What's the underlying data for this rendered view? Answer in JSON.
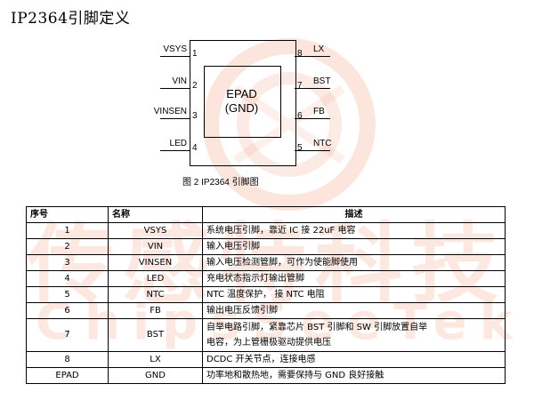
{
  "heading": "IP2364引脚定义",
  "watermark": {
    "cn": "传感特科技",
    "en": "ChipsSeeTek",
    "color": "#f0a080"
  },
  "package": {
    "epad_line1": "EPAD",
    "epad_line2": "(GND)",
    "left_pins": [
      {
        "name": "VSYS",
        "num": "1"
      },
      {
        "name": "VIN",
        "num": "2"
      },
      {
        "name": "VINSEN",
        "num": "3"
      },
      {
        "name": "LED",
        "num": "4"
      }
    ],
    "right_pins": [
      {
        "name": "LX",
        "num": "8"
      },
      {
        "name": "BST",
        "num": "7"
      },
      {
        "name": "FB",
        "num": "6"
      },
      {
        "name": "NTC",
        "num": "5"
      }
    ],
    "caption": "图 2   IP2364 引脚图"
  },
  "table": {
    "headers": {
      "num": "序号",
      "name": "名称",
      "desc": "描述"
    },
    "rows": [
      {
        "num": "1",
        "name": "VSYS",
        "desc": "系统电压引脚，靠近 IC 接 22uF 电容"
      },
      {
        "num": "2",
        "name": "VIN",
        "desc": "输入电压引脚"
      },
      {
        "num": "3",
        "name": "VINSEN",
        "desc": "输入电压检测管脚，可作为使能脚使用"
      },
      {
        "num": "4",
        "name": "LED",
        "desc": "充电状态指示灯输出管脚"
      },
      {
        "num": "5",
        "name": "NTC",
        "desc": "NTC 温度保护，  接 NTC 电阻"
      },
      {
        "num": "6",
        "name": "FB",
        "desc": "输出电压反馈引脚"
      },
      {
        "num": "7",
        "name": "BST",
        "desc": "自举电路引脚，紧靠芯片 BST 引脚和 SW 引脚放置自举",
        "desc2": "电容，为上管栅极驱动提供电压"
      },
      {
        "num": "8",
        "name": "LX",
        "desc": "DCDC 开关节点，连接电感"
      },
      {
        "num": "EPAD",
        "name": "GND",
        "desc": "功率地和散热地，需要保持与 GND 良好接触"
      }
    ]
  }
}
